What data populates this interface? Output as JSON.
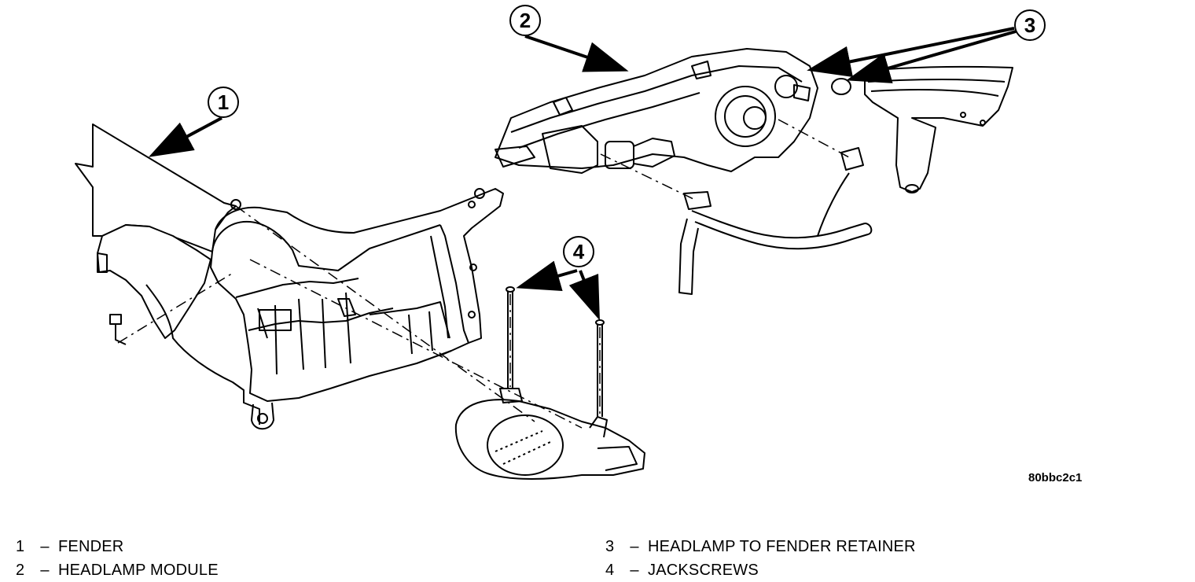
{
  "figure_id": "80bbc2c1",
  "callouts": [
    "1",
    "2",
    "3",
    "4"
  ],
  "legend": {
    "dash": "–",
    "items": [
      {
        "num": "1",
        "label": "FENDER"
      },
      {
        "num": "2",
        "label": "HEADLAMP MODULE"
      },
      {
        "num": "3",
        "label": "HEADLAMP TO FENDER RETAINER"
      },
      {
        "num": "4",
        "label": "JACKSCREWS"
      }
    ]
  }
}
